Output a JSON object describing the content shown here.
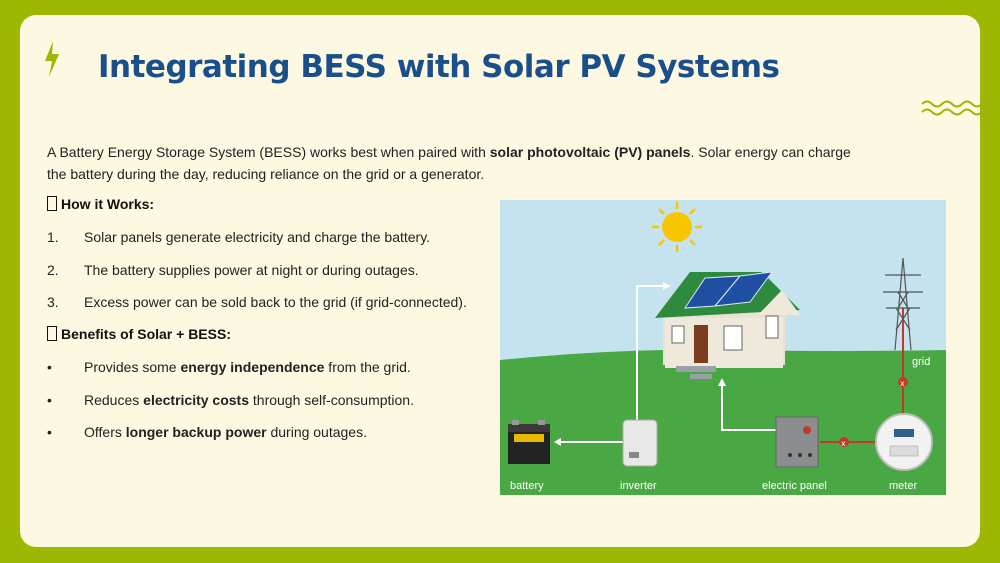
{
  "title": "Integrating BESS with Solar PV Systems",
  "intro": {
    "part1": "A Battery Energy Storage System (BESS) works best when paired with ",
    "bold": "solar photovoltaic (PV) panels",
    "part2": ". Solar energy can charge the battery during the day, reducing reliance on the grid or a generator."
  },
  "how_it_works": {
    "heading": "How it Works:",
    "items": [
      {
        "marker": "1.",
        "text": "Solar panels generate electricity and charge the battery."
      },
      {
        "marker": "2.",
        "text": "The battery supplies power at night or during outages."
      },
      {
        "marker": "3.",
        "text": "Excess power can be sold back to the grid (if grid-connected)."
      }
    ]
  },
  "benefits": {
    "heading": "Benefits of Solar + BESS:",
    "items": [
      {
        "marker": "•",
        "before": "Provides some ",
        "bold": "energy independence",
        "after": " from the grid."
      },
      {
        "marker": "•",
        "before": "Reduces ",
        "bold": "electricity costs",
        "after": " through self-consumption."
      },
      {
        "marker": "•",
        "before": "Offers ",
        "bold": "longer backup power",
        "after": " during outages."
      }
    ]
  },
  "diagram": {
    "labels": {
      "battery": "battery",
      "inverter": "inverter",
      "electric_panel": "electric panel",
      "meter": "meter",
      "grid": "grid"
    },
    "icons": [
      "lightning-bolt-icon",
      "wave-decoration-icon",
      "sun-icon",
      "solar-house-icon",
      "pylon-icon",
      "battery-icon",
      "inverter-icon",
      "electric-panel-icon",
      "meter-icon"
    ],
    "colors": {
      "sky": "#c5e3ee",
      "grass": "#4aa844",
      "wire": "#ffffff",
      "grid_wire": "#c0392b",
      "accent": "#9db802",
      "title": "#1b4f8a"
    }
  }
}
